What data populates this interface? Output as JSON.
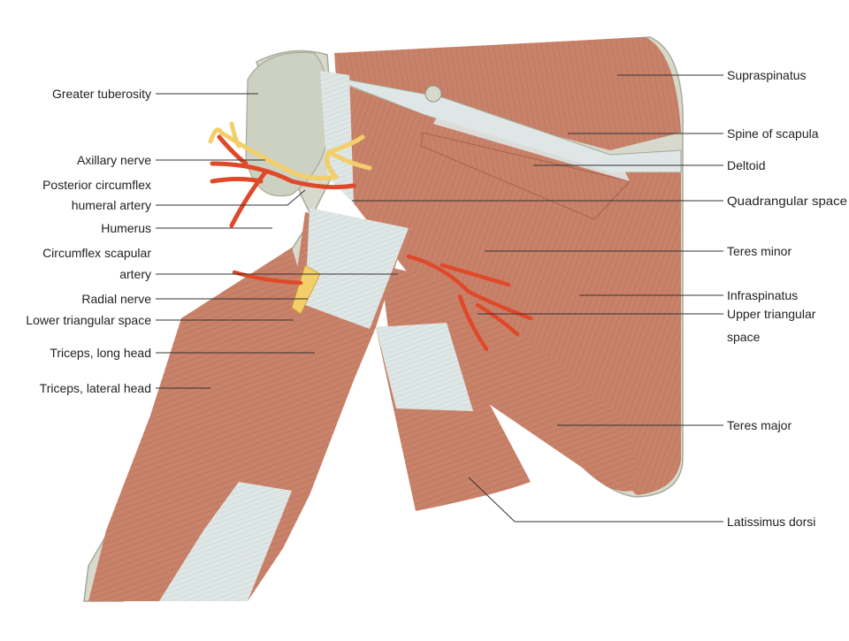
{
  "labels": {
    "greater_tuberosity": "Greater tuberosity",
    "axillary_nerve": "Axillary nerve",
    "posterior_circumflex_1": "Posterior circumflex",
    "posterior_circumflex_2": "humeral artery",
    "humerus": "Humerus",
    "circumflex_scapular_1": "Circumflex scapular",
    "circumflex_scapular_2": "artery",
    "radial_nerve": "Radial nerve",
    "lower_triangular_space": "Lower triangular space",
    "triceps_long_head": "Triceps, long head",
    "triceps_lateral_head": "Triceps, lateral head",
    "supraspinatus": "Supraspinatus",
    "spine_of_scapula": "Spine of scapula",
    "deltoid": "Deltoid",
    "quadrangular_space": "Quadrangular space",
    "teres_minor": "Teres minor",
    "infraspinatus": "Infraspinatus",
    "upper_triangular_1": "Upper triangular",
    "upper_triangular_2": "space",
    "teres_major": "Teres major",
    "latissimus_dorsi": "Latissimus dorsi"
  },
  "colors": {
    "muscle": "#c9826a",
    "muscle_dark": "#a9604a",
    "tendon": "#dfe6e6",
    "bone": "#d6d9cc",
    "artery": "#e0482a",
    "nerve": "#f3cf6a"
  }
}
